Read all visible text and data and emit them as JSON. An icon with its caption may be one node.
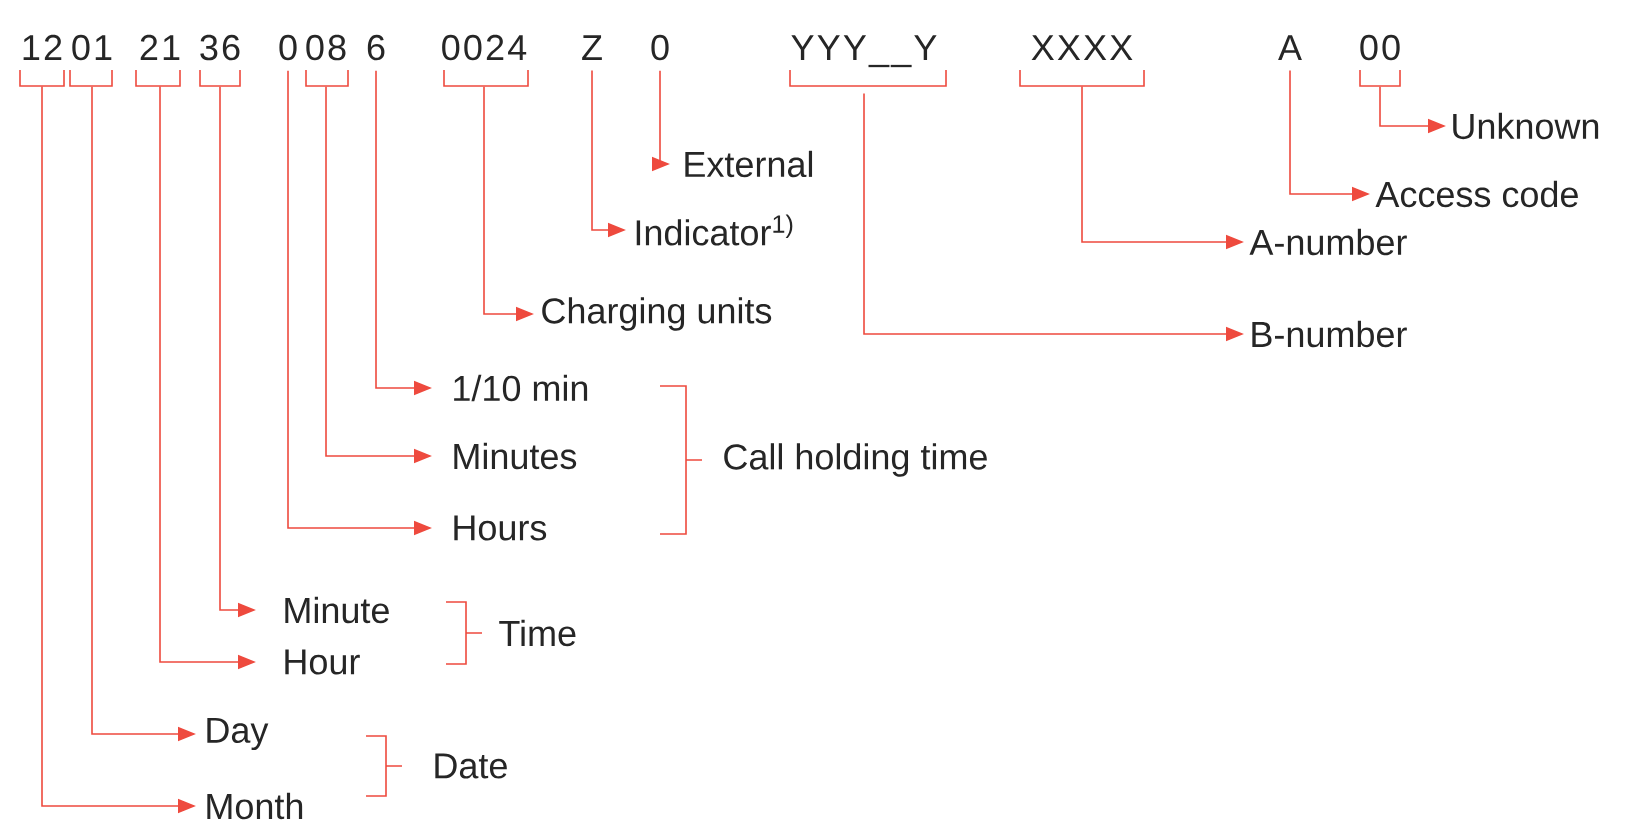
{
  "diagram": {
    "nodes": [
      {
        "text": [
          "12"
        ]
      },
      {
        "text": [
          "01"
        ]
      },
      {
        "text": [
          "21"
        ]
      },
      {
        "text": [
          "36"
        ]
      },
      {
        "text": [
          "0"
        ]
      },
      {
        "text": [
          "08"
        ]
      },
      {
        "text": [
          "6"
        ]
      },
      {
        "text": [
          "0024"
        ]
      },
      {
        "text": [
          "Z"
        ]
      },
      {
        "text": [
          "0"
        ]
      },
      {
        "text": [
          "YYY__Y"
        ]
      },
      {
        "text": [
          "XXXX"
        ]
      },
      {
        "text": [
          "A"
        ]
      },
      {
        "text": [
          "00"
        ]
      },
      {
        "text": [
          "Unknown"
        ]
      },
      {
        "text": [
          "External"
        ]
      },
      {
        "text": [
          "Access code"
        ]
      },
      {
        "text": [
          "Indicator$^{1)}$"
        ]
      },
      {
        "text": [
          "A-number"
        ]
      },
      {
        "text": [
          "Charging units"
        ]
      },
      {
        "text": [
          "B-number"
        ]
      },
      {
        "text": [
          "1/10 min"
        ]
      },
      {
        "text": [
          "Minutes"
        ]
      },
      {
        "text": [
          "Hours"
        ]
      },
      {
        "text": [
          "Minute"
        ]
      },
      {
        "text": [
          "Hour"
        ]
      },
      {
        "text": [
          "Day"
        ]
      },
      {
        "text": [
          "Month"
        ]
      }
    ],
    "edges": [
      {
        "from": 0,
        "to": 27,
        "arrow": "to"
      },
      {
        "from": 1,
        "to": 26,
        "arrow": "to"
      },
      {
        "from": 2,
        "to": 25,
        "arrow": "to"
      },
      {
        "from": 3,
        "to": 24,
        "arrow": "to"
      },
      {
        "from": 4,
        "to": 23,
        "arrow": "to"
      },
      {
        "from": 5,
        "to": 22,
        "arrow": "to"
      },
      {
        "from": 6,
        "to": 21,
        "arrow": "to"
      },
      {
        "from": 7,
        "to": 19,
        "arrow": "to"
      },
      {
        "from": 8,
        "to": 17,
        "arrow": "to"
      },
      {
        "from": 9,
        "to": 15,
        "arrow": "to"
      },
      {
        "from": 10,
        "to": 20,
        "arrow": "to"
      },
      {
        "from": 11,
        "to": 18,
        "arrow": "to"
      },
      {
        "from": 12,
        "to": 16,
        "arrow": "to"
      },
      {
        "from": 13,
        "to": 14,
        "arrow": "to"
      }
    ],
    "labels": [
      "Call holding time",
      "Time",
      "Date"
    ]
  }
}
